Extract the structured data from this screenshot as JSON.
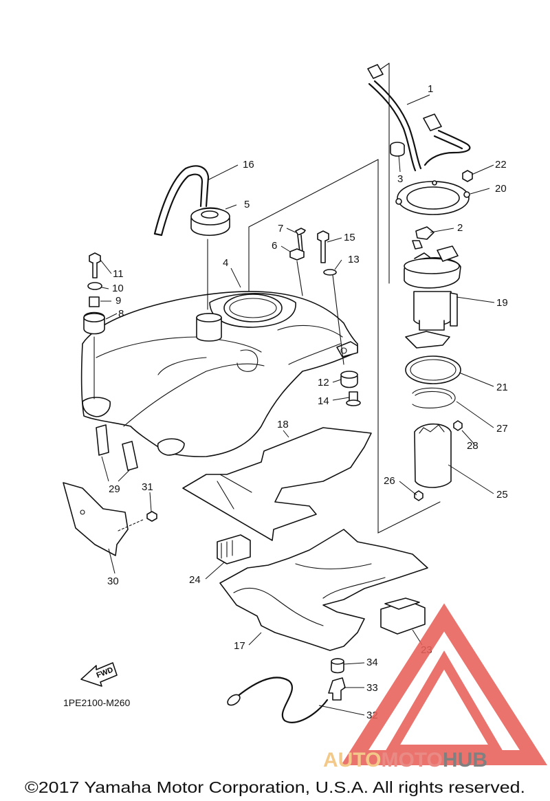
{
  "diagram": {
    "drawing_code": "1PE2100-M260",
    "direction_label": "FWD",
    "copyright": "©2017 Yamaha Motor Corporation, U.S.A. All rights reserved.",
    "part_labels": [
      "1",
      "2",
      "3",
      "4",
      "5",
      "6",
      "7",
      "8",
      "9",
      "10",
      "11",
      "12",
      "13",
      "14",
      "15",
      "16",
      "17",
      "18",
      "19",
      "20",
      "21",
      "22",
      "23",
      "24",
      "25",
      "26",
      "27",
      "28",
      "29",
      "30",
      "31",
      "32",
      "33",
      "34"
    ]
  },
  "watermark": {
    "brand_part1": "AUTO",
    "brand_part2": "MOTO",
    "brand_part3": "HUB",
    "colors": {
      "auto": "#f2c27a",
      "moto": "#e87a74",
      "hub": "#6f6f6f",
      "triangle": "#e8605a"
    }
  }
}
